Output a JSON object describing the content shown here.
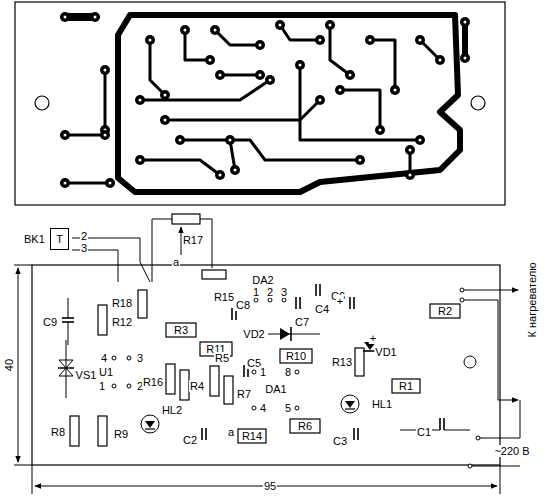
{
  "diagram": {
    "nodes": [
      {
        "text": [
          "BK1",
          "T"
        ]
      }
    ],
    "labels": [
      "2",
      "3",
      "R17",
      "a",
      "R18",
      "R12",
      "R15",
      "C8",
      "DA2",
      "1",
      "2",
      "3",
      "C6",
      "C4",
      "+",
      "C9",
      "R3",
      "R11",
      "VD2",
      "C7",
      "R2",
      "К нагревателю",
      "R10",
      "VS1",
      "4",
      "3",
      "U1",
      "1",
      "2",
      "R16",
      "R4",
      "R5",
      "C5",
      "R7",
      "1",
      "8",
      "DA1",
      "4",
      "5",
      "R13",
      "VD1",
      "+",
      "R1",
      "HL1",
      "HL2",
      "R9",
      "C2",
      "a",
      "R14",
      "R6",
      "C3",
      "C1",
      "~220 В",
      "R8",
      "40",
      "95"
    ]
  }
}
